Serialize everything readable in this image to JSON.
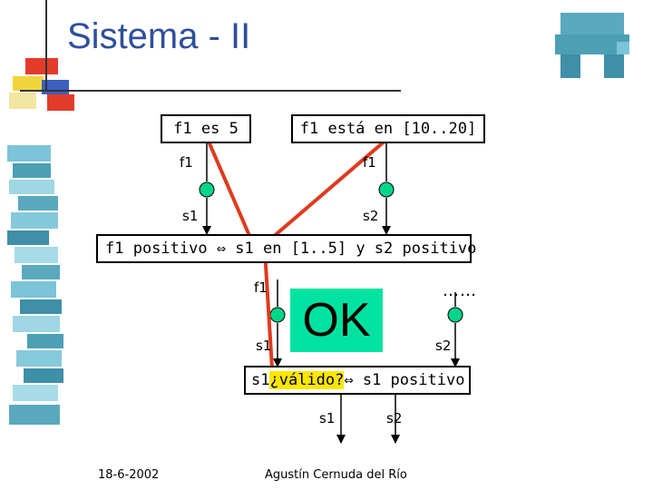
{
  "slide": {
    "title": "Sistema - II",
    "footer_date": "18-6-2002",
    "footer_author": "Agustín Cernuda del Río"
  },
  "top": {
    "box_left": "f1 es 5",
    "box_right": "f1 está en [10..20]",
    "label_f1_left": "f1",
    "label_f1_right": "f1",
    "label_s1": "s1",
    "label_s2": "s2"
  },
  "mid": {
    "condition_text": "f1 positivo ⇔ s1 en [1..5] y s2 positivo",
    "label_f1": "f1",
    "label_s1": "s1",
    "label_s2": "s2",
    "ok_text": "OK",
    "ellipsis": "……"
  },
  "bottom": {
    "condition_prefix": "s1",
    "condition_highlight": "¿válido?",
    "condition_suffix": "⇔ s1 positivo",
    "label_s1": "s1",
    "label_s2": "s2"
  },
  "colors": {
    "title": "#2f4f9c",
    "node_fill": "#00d58a",
    "arrow_red": "#e03a1e",
    "ok_fill": "#00e3a0",
    "highlight": "#ffe600"
  }
}
